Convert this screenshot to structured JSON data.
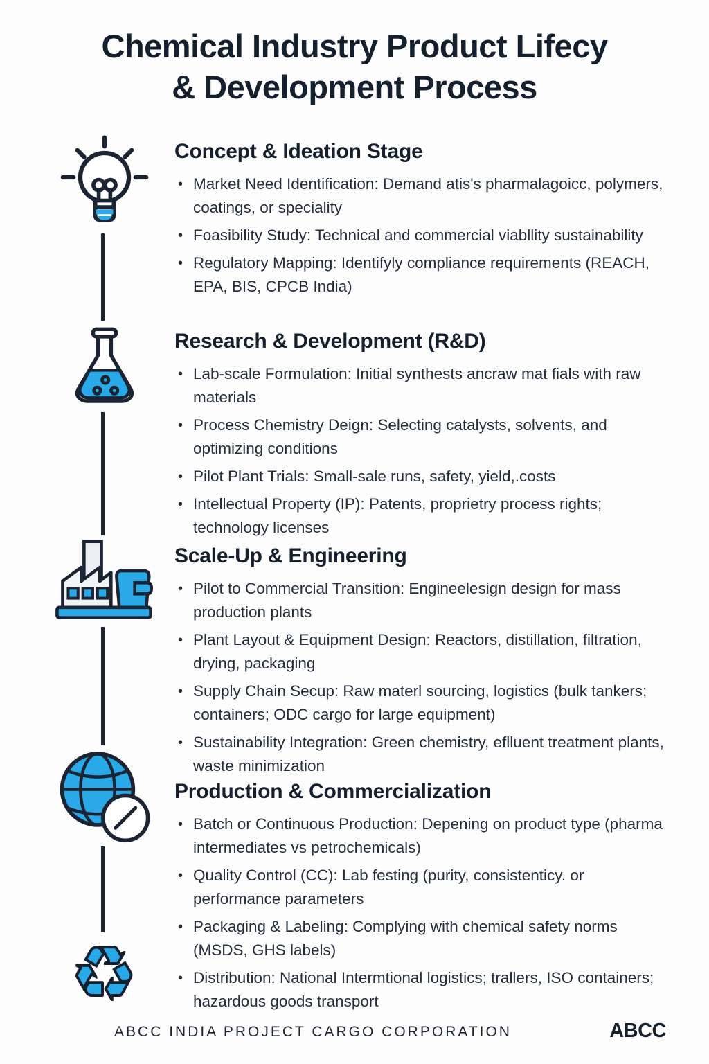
{
  "title": {
    "line1": "Chemical Industry Product Lifecy",
    "line2": "& Development Process"
  },
  "colors": {
    "accent": "#29a9e8",
    "ink": "#1b2433",
    "background": "#fdfdfe"
  },
  "icons": {
    "list": [
      "lightbulb-icon",
      "flask-icon",
      "factory-icon",
      "globe-icon",
      "recycle-icon"
    ],
    "recycle_glyph": "♻"
  },
  "sections": [
    {
      "heading": "Concept & Ideation Stage",
      "icon": "lightbulb",
      "bullets": [
        "Market Need Identification: Demand atis's pharmalagoicc, polymers, coatings, or speciality",
        "Foasibility Study: Technical and commercial viabllity sustainability",
        "Regulatory Mapping: Identifyly compliance requirements (REACH, EPA, BIS, CPCB India)"
      ]
    },
    {
      "heading": "Research & Development (R&D)",
      "icon": "flask",
      "bullets": [
        "Lab-scale Formulation: Initial synthests ancraw mat fials with raw materials",
        "Process Chemistry Deign: Selecting catalysts, solvents, and optimizing conditions",
        "Pilot Plant Trials: Small-sale runs, safety, yield,.costs",
        "Intellectual Property (IP): Patents, proprietry process rights; technology licenses"
      ]
    },
    {
      "heading": "Scale-Up & Engineering",
      "icon": "factory",
      "bullets": [
        "Pilot to Commercial Transition: Engineelesign design for mass production plants",
        "Plant Layout & Equipment Design: Reactors, distillation, filtration, drying, packaging",
        "Supply Chain Secup: Raw materl sourcing, logistics (bulk tankers; containers; ODC cargo for large equipment)",
        "Sustainability Integration: Green chemistry, eflluent treatment plants, waste minimization"
      ]
    },
    {
      "heading": "Production & Commercialization",
      "icon": "globe",
      "bullets": [
        "Batch or Continuous Production: Depening on product type (pharma intermediates vs petrochemicals)",
        "Quality Control (CC): Lab festing (purity, consistenticy. or performance parameters",
        "Packaging & Labeling: Complying with chemical safety norms (MSDS, GHS labels)",
        "Distribution: National Intermtional logistics; trallers, ISO containers; hazardous goods transport"
      ]
    }
  ],
  "footer": {
    "company": "ABCC INDIA PROJECT CARGO CORPORATION",
    "logo": "ABCC"
  }
}
